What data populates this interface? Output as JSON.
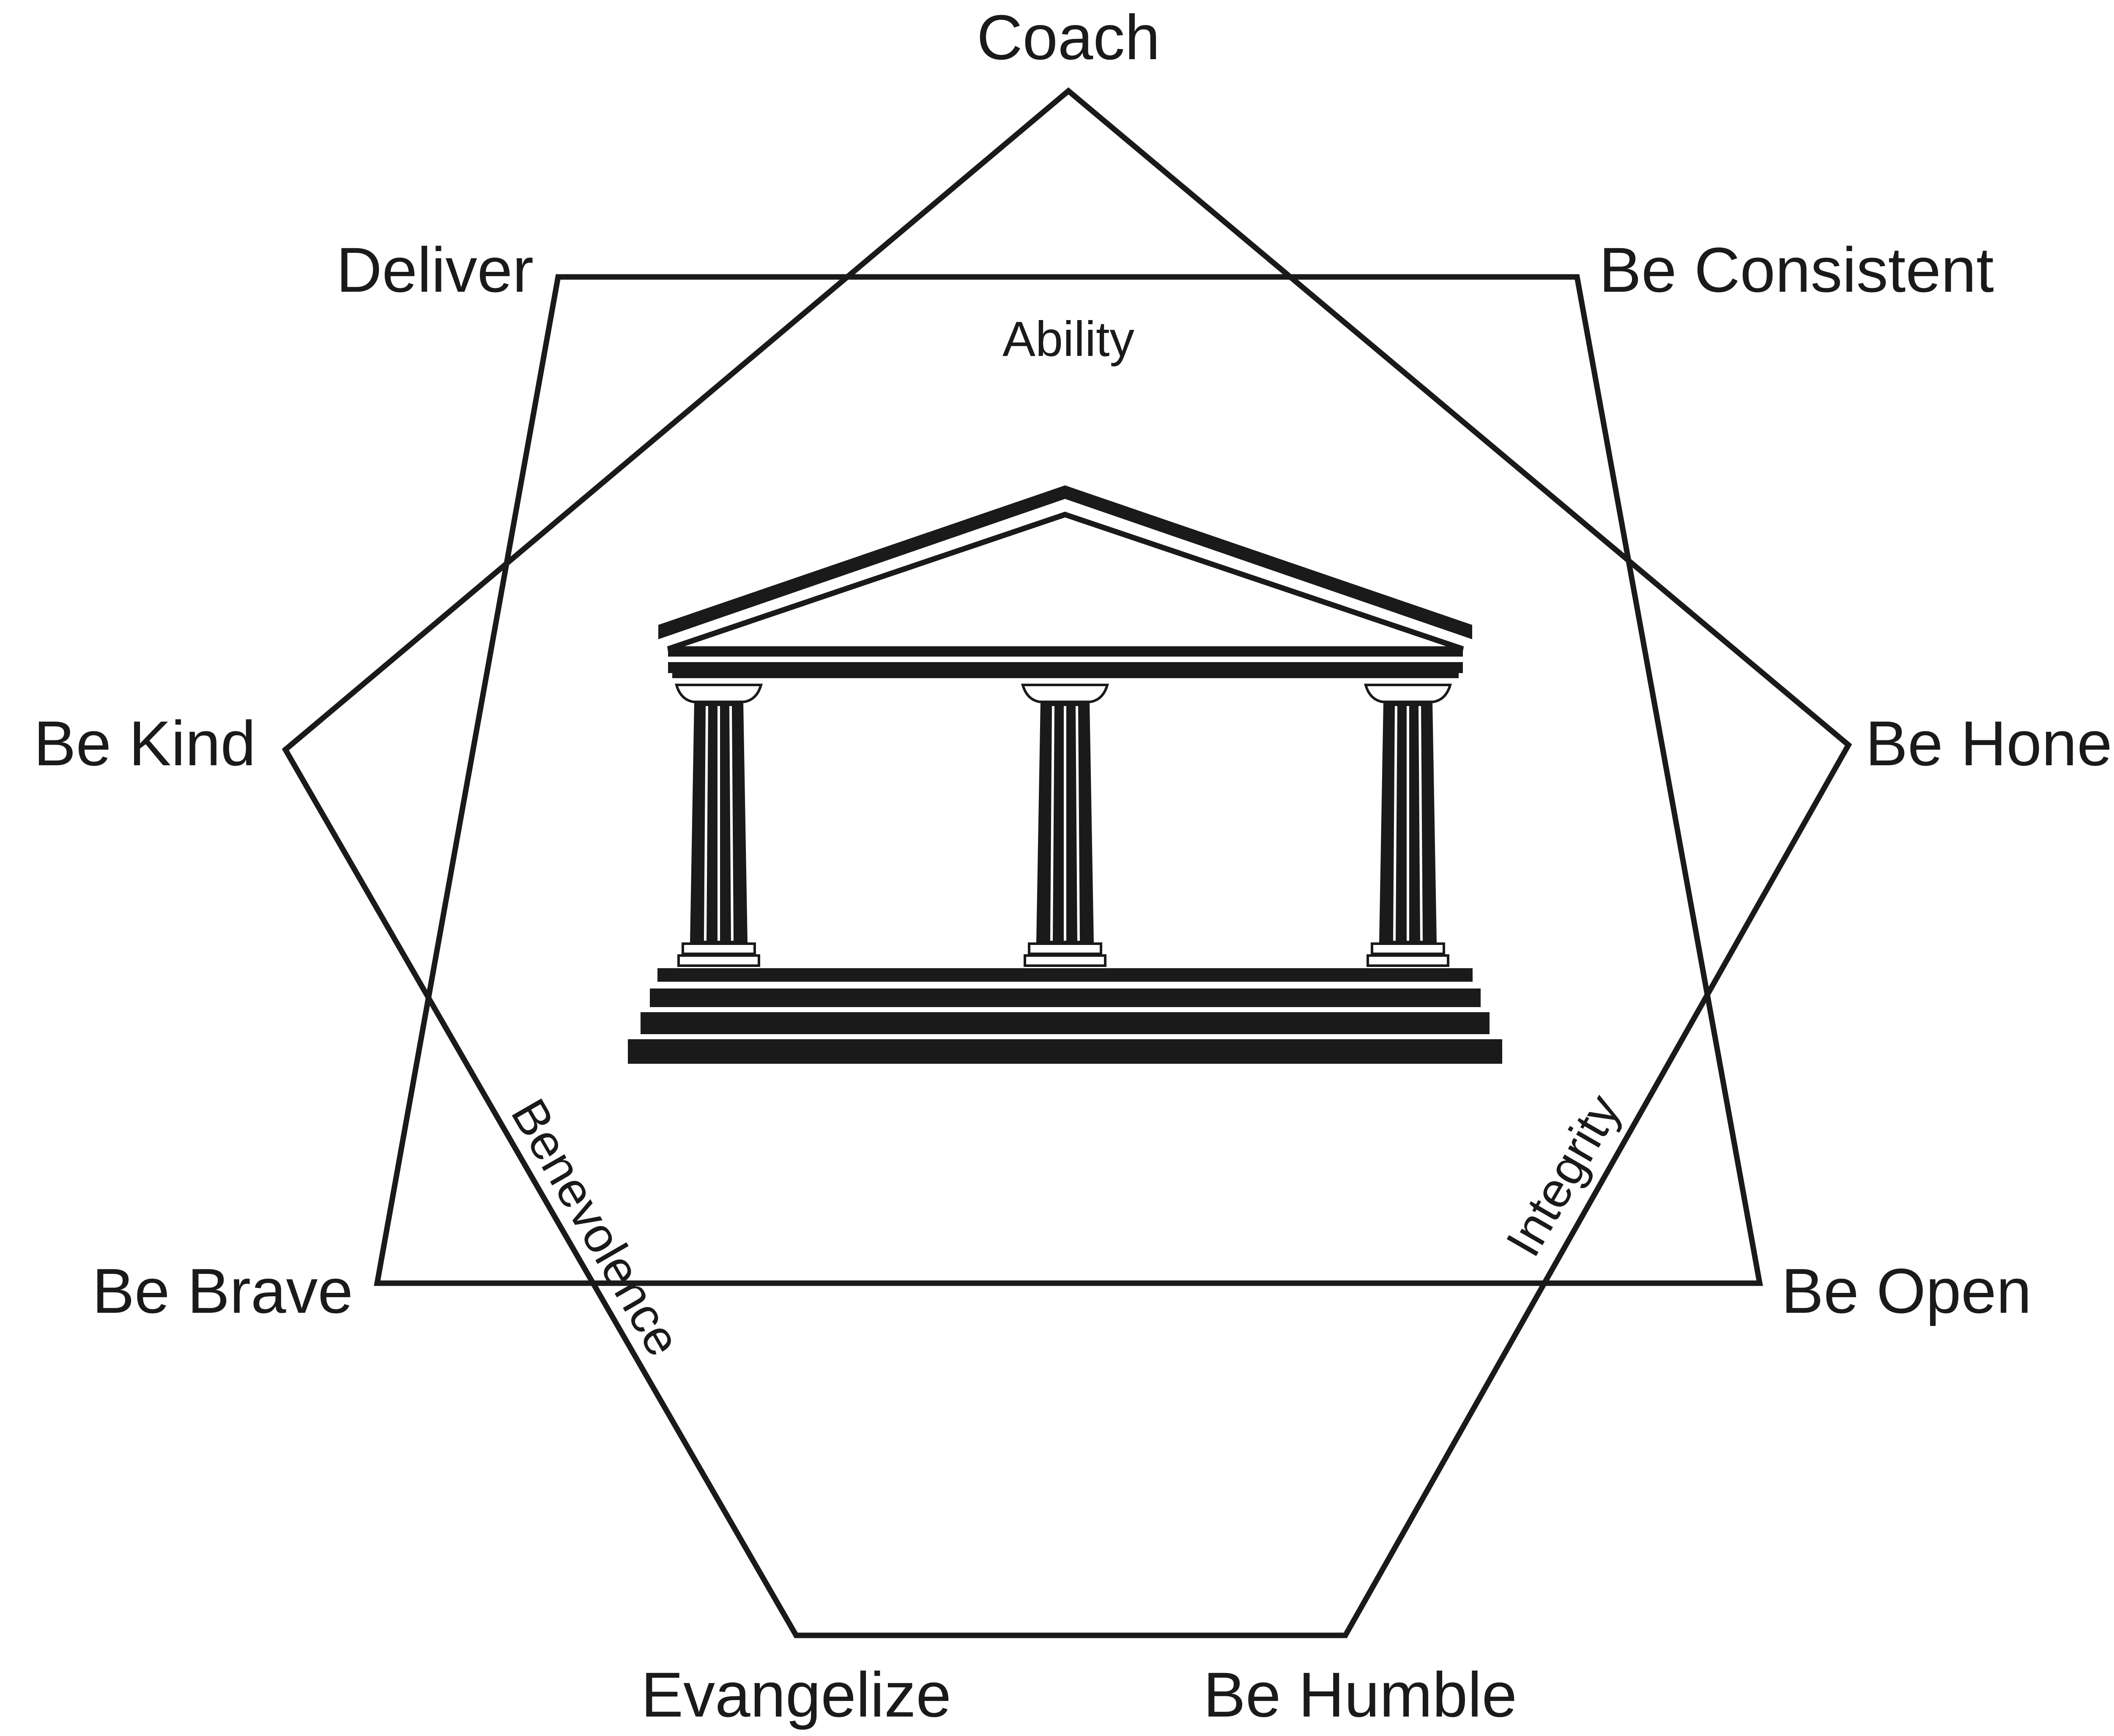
{
  "vertex_labels": {
    "coach": "Coach",
    "deliver": "Deliver",
    "be_consistent": "Be Consistent",
    "be_kind": "Be Kind",
    "be_honest": "Be Honest",
    "be_brave": "Be Brave",
    "be_open": "Be Open",
    "evangelize": "Evangelize",
    "be_humble": "Be Humble"
  },
  "theme_labels": {
    "ability": "Ability",
    "benevolence": "Benevolence",
    "integrity": "Integrity"
  },
  "icons": {
    "center": "temple-icon"
  },
  "colors": {
    "ink": "#1a1a1a",
    "background": "#ffffff"
  }
}
